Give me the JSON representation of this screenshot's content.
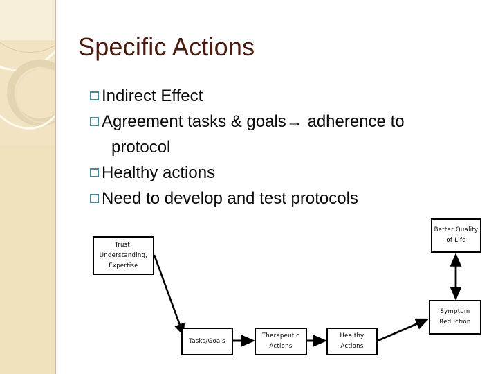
{
  "slide": {
    "title": "Specific Actions",
    "title_color": "#4a1c10",
    "background": "#ffffff",
    "side_band_color": "#f2e4c2",
    "bullet_marker_color": "#4f8493"
  },
  "bullets": [
    {
      "text": "Indirect Effect",
      "continuation": ""
    },
    {
      "text": "Agreement tasks & goals→ adherence to",
      "continuation": "protocol"
    },
    {
      "text": "Healthy actions",
      "continuation": ""
    },
    {
      "text": "Need to develop and  test protocols",
      "continuation": ""
    }
  ],
  "diagram": {
    "nodes": [
      {
        "id": "trust",
        "label": "Trust, Understanding, Expertise"
      },
      {
        "id": "tasks",
        "label": "Tasks/Goals"
      },
      {
        "id": "therapeutic",
        "label": "Therapeutic Actions"
      },
      {
        "id": "healthy",
        "label": "Healthy Actions"
      },
      {
        "id": "symptom",
        "label": "Symptom Reduction"
      },
      {
        "id": "quality",
        "label": "Better Quality of Life"
      }
    ],
    "edges": [
      {
        "from": "trust",
        "to": "tasks",
        "style": "single-arrow-diagonal"
      },
      {
        "from": "tasks",
        "to": "therapeutic",
        "style": "single-arrow-horizontal"
      },
      {
        "from": "therapeutic",
        "to": "healthy",
        "style": "single-arrow-horizontal"
      },
      {
        "from": "healthy",
        "to": "symptom",
        "style": "single-arrow-diagonal"
      },
      {
        "from": "symptom",
        "to": "quality",
        "style": "double-arrow-vertical"
      }
    ]
  }
}
